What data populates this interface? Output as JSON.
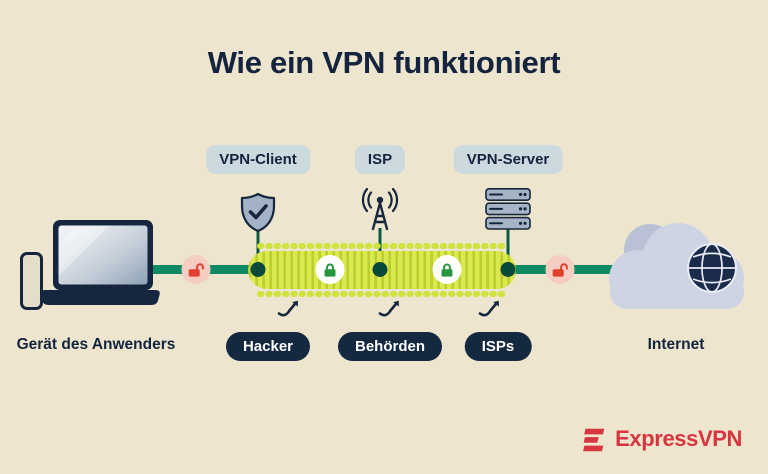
{
  "title": "Wie ein VPN funktioniert",
  "nodes": {
    "client": {
      "label": "VPN-Client",
      "icon": "shield-check-icon"
    },
    "isp": {
      "label": "ISP",
      "icon": "antenna-icon"
    },
    "server": {
      "label": "VPN-Server",
      "icon": "server-stack-icon"
    }
  },
  "threats": {
    "hacker": "Hacker",
    "authorities": "Behörden",
    "isps": "ISPs"
  },
  "endpoints": {
    "device": "Gerät des Anwenders",
    "internet": "Internet"
  },
  "branding": {
    "name": "ExpressVPN"
  },
  "icons": {
    "client": "shield-check-icon",
    "isp": "antenna-icon",
    "server": "server-stack-icon",
    "inside_tunnel": "closed-lock-icon",
    "outside_tunnel": "open-lock-icon",
    "threat": "deflect-arrow-icon",
    "device": "laptop-icon",
    "device_secondary": "smartphone-icon",
    "internet": "cloud-icon",
    "internet_globe": "globe-icon",
    "brand": "expressvpn-logo-icon"
  },
  "colors": {
    "background": "#ede5cd",
    "ink_navy": "#14233e",
    "line_green": "#0e8a62",
    "tunnel_green": "#dce84f",
    "tunnel_stripe": "#bccf2c",
    "lock_locked_green": "#27963f",
    "lock_open_red": "#e2402f",
    "pill_light": "#ccdae0",
    "pill_dark": "#142840",
    "brand_red": "#d93540",
    "cloud_lavender": "#ced4e3"
  }
}
